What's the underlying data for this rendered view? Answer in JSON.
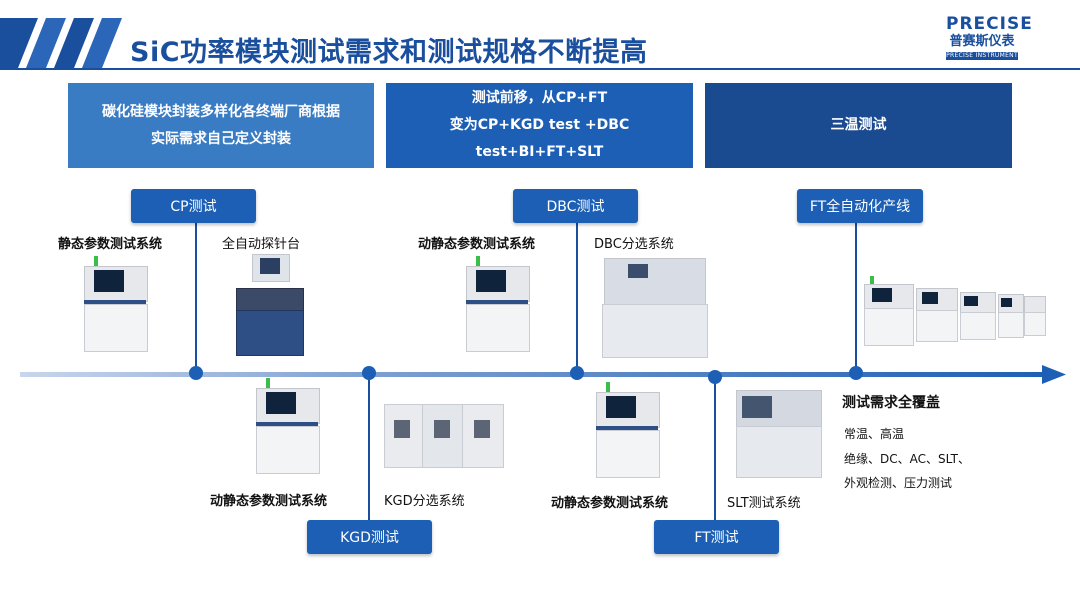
{
  "header": {
    "title": "SiC功率模块测试需求和测试规格不断提高",
    "logo_main": "PRECISE",
    "logo_cn": "普赛斯仪表",
    "logo_en": "PRECISE INSTRUMENT"
  },
  "top_boxes": [
    {
      "line1": "碳化硅模块封装多样化各终端厂商根据",
      "line2": "实际需求自己定义封装"
    },
    {
      "line1": "测试前移，从CP+FT",
      "line2": "变为CP+KGD test +DBC test+BI+FT+SLT"
    },
    {
      "line1": "三温测试",
      "line2": ""
    }
  ],
  "stages": {
    "cp": "CP测试",
    "dbc": "DBC测试",
    "ft_line": "FT全自动化产线",
    "kgd": "KGD测试",
    "ft": "FT测试"
  },
  "labels": {
    "static_sys": "静态参数测试系统",
    "auto_probe": "全自动探针台",
    "dyn_static_1": "动静态参数测试系统",
    "dbc_sort": "DBC分选系统",
    "dyn_static_2": "动静态参数测试系统",
    "kgd_sort": "KGD分选系统",
    "dyn_static_3": "动静态参数测试系统",
    "slt_sys": "SLT测试系统"
  },
  "coverage": {
    "title": "测试需求全覆盖",
    "line1": "常温、高温",
    "line2": "绝缘、DC、AC、SLT、",
    "line3": "外观检测、压力测试"
  },
  "colors": {
    "primary": "#1a4f9e",
    "stage_fill": "#1d5fb4",
    "box1": "#3a7cc4",
    "box2": "#1d5fb4",
    "box3": "#1a4a8f"
  }
}
